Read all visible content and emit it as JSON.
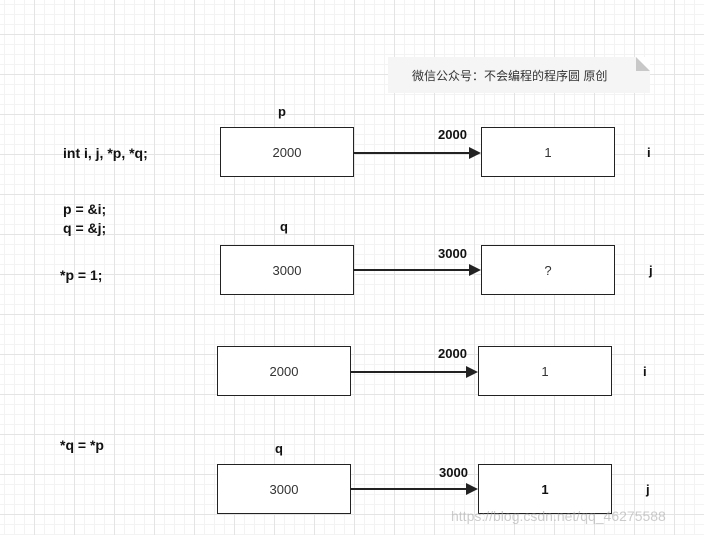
{
  "watermark": "微信公众号：不会编程的程序圆 原创",
  "url_watermark": "https://blog.csdn.net/qq_46275588",
  "code": {
    "decl": "int i, j, *p, *q;",
    "assign_p": "p = &i;",
    "assign_q": "q = &j;",
    "assign_star_p": "*p = 1;",
    "assign_star_q": "*q = *p"
  },
  "diagrams": [
    {
      "ptr_label": "p",
      "ptr_label_inner": "p",
      "ptr_value": "2000",
      "addr": "2000",
      "target_value": "1",
      "var": "i"
    },
    {
      "ptr_label": "q",
      "ptr_value": "3000",
      "addr": "3000",
      "target_value": "?",
      "var": "j"
    },
    {
      "ptr_label": "",
      "ptr_value": "2000",
      "addr": "2000",
      "target_value": "1",
      "var": "i"
    },
    {
      "ptr_label": "q",
      "ptr_value": "3000",
      "addr": "3000",
      "target_value": "1",
      "var": "j"
    }
  ]
}
